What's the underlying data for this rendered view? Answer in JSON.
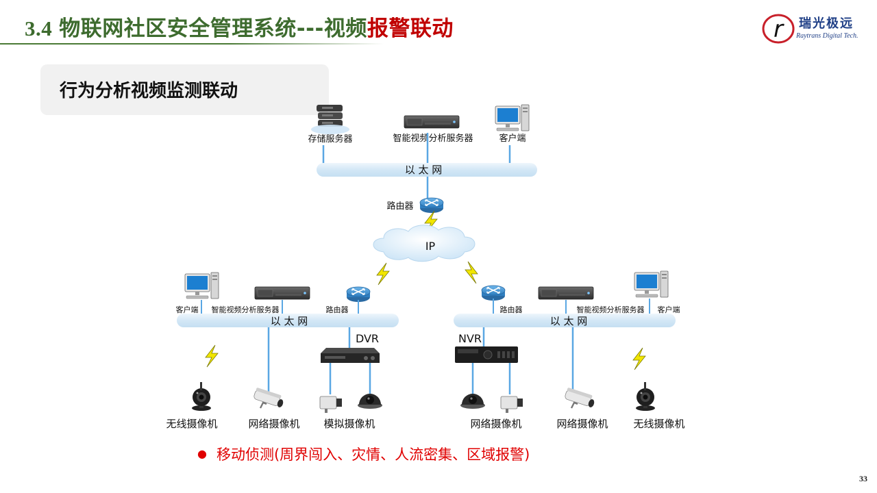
{
  "header": {
    "number": "3.4",
    "title_main": "物联网社区安全管理系统---视频",
    "title_highlight": "报警联动"
  },
  "logo": {
    "mark_letter": "r",
    "name_cn": "瑞光极远",
    "name_en": "Raytrans Digital Tech."
  },
  "subtitle": "行为分析视频监测联动",
  "diagram": {
    "top": {
      "storage_server": "存储服务器",
      "analysis_server": "智能视频分析服务器",
      "client": "客户端",
      "ethernet": "以 太 网",
      "router": "路由器"
    },
    "cloud": "IP",
    "left": {
      "client": "客户端",
      "analysis_server": "智能视频分析服务器",
      "router": "路由器",
      "ethernet": "以 太 网",
      "recorder": "DVR",
      "cameras": [
        "无线摄像机",
        "网络摄像机",
        "模拟摄像机"
      ]
    },
    "right": {
      "router": "路由器",
      "analysis_server": "智能视频分析服务器",
      "client": "客户端",
      "ethernet": "以 太 网",
      "recorder": "NVR",
      "cameras": [
        "网络摄像机",
        "网络摄像机",
        "无线摄像机"
      ]
    }
  },
  "bullet": "移动侦测(周界闯入、灾情、人流密集、区域报警)",
  "page_number": "33",
  "colors": {
    "title_green": "#3d6b2e",
    "highlight_red": "#c00000",
    "bullet_red": "#e00000",
    "ethernet_bar": "#dcecf8",
    "connector_blue": "#5aa7e3",
    "router_blue": "#3d8fd0",
    "lightning_yellow": "#f2e600",
    "logo_blue": "#1f3f86",
    "logo_red": "#c8202a"
  }
}
